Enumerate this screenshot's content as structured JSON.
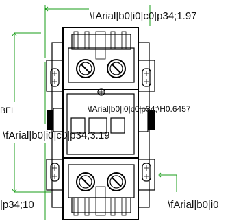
{
  "labels": {
    "top_width": "\\fArial|b0|i0|c0|p34;1.97",
    "side_label": "BEL",
    "center_offset": "\\fArial|b0|i0|c0|p34;\\H0.6457",
    "center_height": "\\fArial|b0|i0|c0|p34;3.19",
    "bottom_left": "|p34;10",
    "bottom_right": "\\fArial|b0|i0"
  },
  "colors": {
    "dimension_line": "#1a9e1a",
    "outline": "#000000",
    "background": "#ffffff"
  }
}
